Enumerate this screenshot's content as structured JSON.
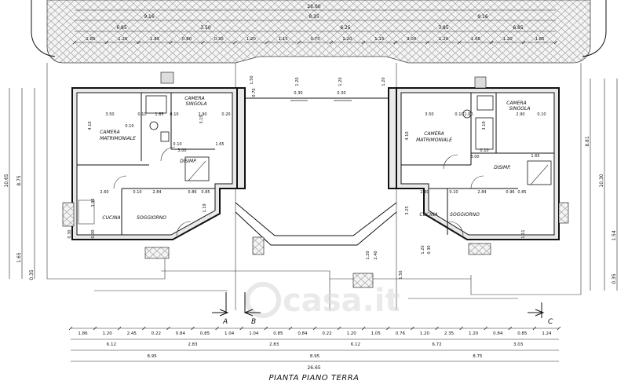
{
  "title": "PIANTA PIANO TERRA",
  "watermark": "casa.it",
  "section_markers": {
    "a": "A",
    "b": "B",
    "c": "C"
  },
  "rooms": {
    "camera_matrimoniale_left": [
      "CAMERA",
      "MATRIMONIALE"
    ],
    "camera_singola_left": [
      "CAMERA",
      "SINGOLA"
    ],
    "disimp_left": "DISIMP.",
    "cucina_left": "CUCINA",
    "soggiorno_left": "SOGGIORNO",
    "camera_matrimoniale_right": [
      "CAMERA",
      "MATRIMONIALE"
    ],
    "camera_singola_right": [
      "CAMERA",
      "SINGOLA"
    ],
    "disimp_right": "DISIMP.",
    "cucina_right": "CUCINA",
    "soggiorno_right": "SOGGIORNO"
  },
  "top_dims": {
    "overall": "26.60",
    "row1": [
      "9.16",
      "8.35",
      "9.16"
    ],
    "row2": [
      "6.85",
      "3.50",
      "6.25",
      "3.85",
      "6.85"
    ],
    "row3": [
      "1.85",
      "1.20",
      "1.85",
      "0.80",
      "0.35",
      "1.20",
      "1.15",
      "0.75",
      "1.20",
      "1.15",
      "3.00",
      "1.20",
      "1.65",
      "1.20",
      "1.85"
    ]
  },
  "bottom_dims": {
    "row1": [
      "1.86",
      "1.20",
      "2.45",
      "0.22",
      "0.84",
      "0.85",
      "1.04",
      "1.04",
      "0.85",
      "0.84",
      "0.22",
      "1.20",
      "1.05",
      "0.76",
      "1.20",
      "2.35",
      "1.20",
      "0.84",
      "0.85",
      "1.24"
    ],
    "row2": [
      "6.12",
      "2.83",
      "2.83",
      "6.12",
      "6.72",
      "3.03"
    ],
    "row3": [
      "8.95",
      "8.95",
      "8.75"
    ],
    "overall": "26.65"
  },
  "left_dims": [
    "10.65",
    "8.75",
    "1.65",
    "0.35"
  ],
  "right_dims": [
    "10.30",
    "8.81",
    "1.54",
    "0.35"
  ],
  "interior_dims": {
    "left": [
      "3.50",
      "0.10",
      "1.85",
      "0.10",
      "2.90",
      "0.20",
      "4.10",
      "0.10",
      "3.19",
      "0.10",
      "3.00",
      "1.65",
      "2.60",
      "0.10",
      "2.84",
      "0.86",
      "0.85",
      "3.95",
      "0.30",
      "0.30",
      "1.19"
    ],
    "center": [
      "1.50",
      "0.70",
      "1.20",
      "0.30",
      "1.20",
      "0.30",
      "1.20",
      "1.50",
      "1.20",
      "2.40"
    ],
    "right": [
      "3.50",
      "0.10",
      "1.60",
      "2.90",
      "0.10",
      "4.10",
      "3.19",
      "0.10",
      "3.00",
      "1.65",
      "2.60",
      "0.10",
      "2.84",
      "0.96",
      "0.85",
      "3.25",
      "1.20",
      "0.30",
      "1.11"
    ]
  }
}
